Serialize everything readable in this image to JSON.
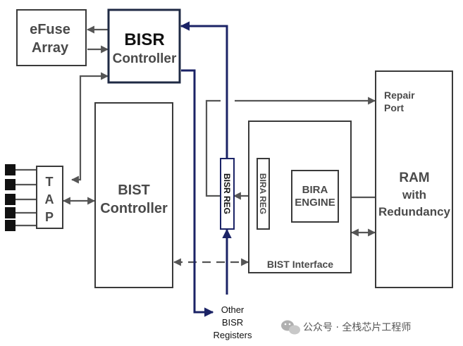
{
  "diagram": {
    "efuse": {
      "line1": "eFuse",
      "line2": "Array"
    },
    "bisr_controller": {
      "line1": "BISR",
      "line2": "Controller"
    },
    "bist_controller": {
      "line1": "BIST",
      "line2": "Controller"
    },
    "tap": {
      "letters": [
        "T",
        "A",
        "P"
      ]
    },
    "bisr_reg": "BISR REG",
    "bira_reg": "BIRA REG",
    "bira_engine": {
      "line1": "BIRA",
      "line2": "ENGINE"
    },
    "bist_interface": "BIST Interface",
    "ram": {
      "line1": "RAM",
      "line2": "with",
      "line3": "Redundancy"
    },
    "repair_port": {
      "line1": "Repair",
      "line2": "Port"
    },
    "other_bisr": {
      "line1": "Other",
      "line2": "BISR",
      "line3": "Registers"
    }
  },
  "watermark": {
    "icon": "wechat-icon",
    "text": "公众号 · 全栈芯片工程师"
  },
  "colors": {
    "block_stroke": "#3a3a3a",
    "bus_navy": "#1b2366",
    "arrow_gray": "#555555",
    "label_gray": "#4a4a4a"
  }
}
